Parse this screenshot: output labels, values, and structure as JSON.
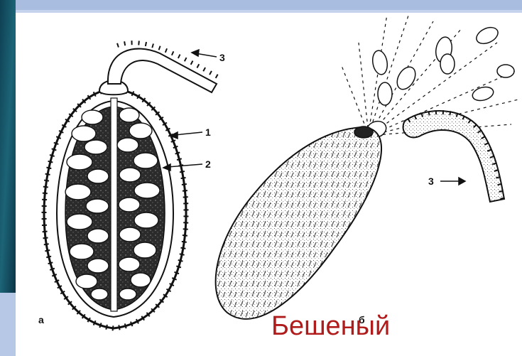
{
  "caption": "Бешеный",
  "figure": {
    "panel_a_label": "а",
    "panel_b_label": "б",
    "callouts_a": [
      "1",
      "2",
      "3"
    ],
    "callout_b": "3"
  },
  "colors": {
    "caption": "#b01c1c",
    "slide_accent": "#1c5d6e",
    "slide_band": "#a9bde0",
    "line_art": "#111111"
  }
}
